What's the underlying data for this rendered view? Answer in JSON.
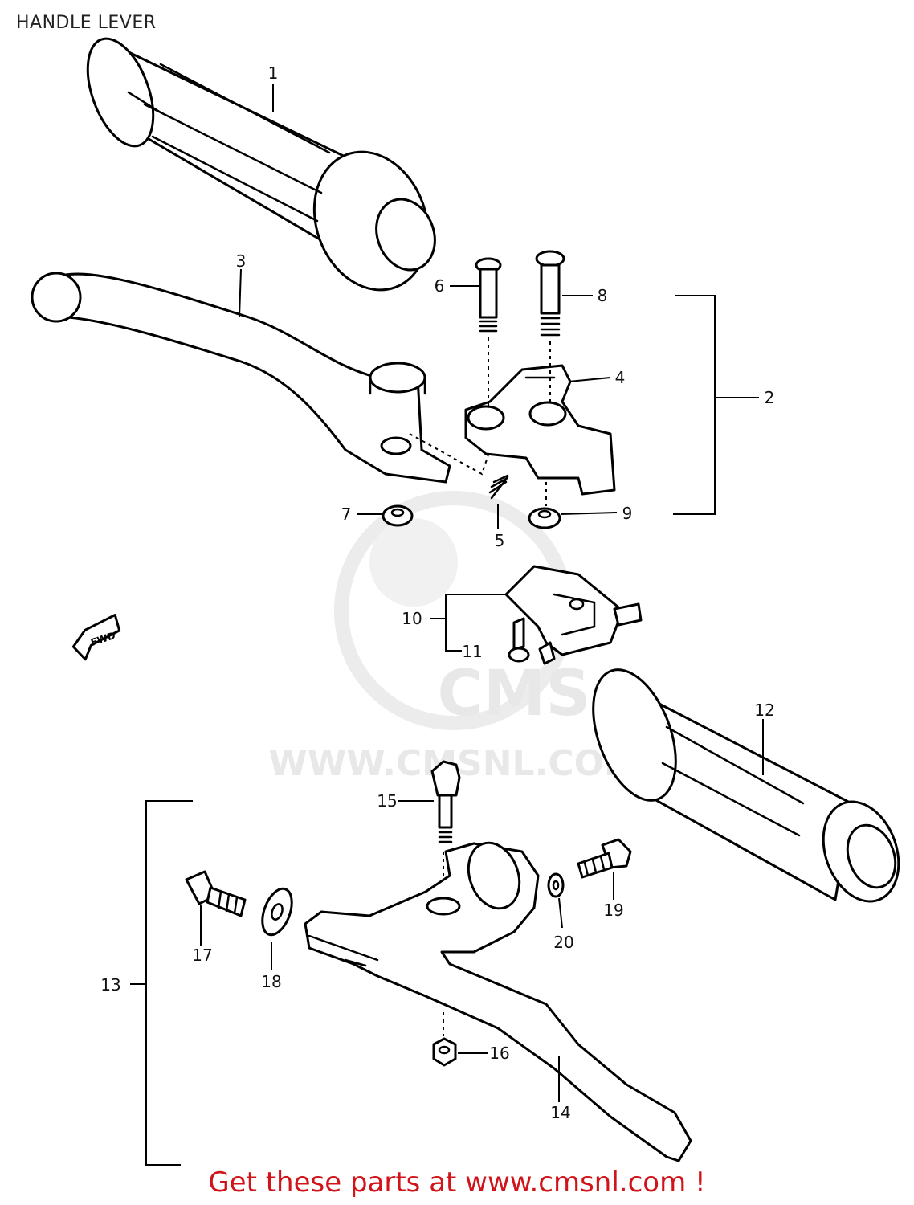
{
  "title": "HANDLE LEVER",
  "footer": "Get these parts at www.cmsnl.com !",
  "watermark": {
    "brand": "CMS",
    "url": "WWW.CMSNL.COM"
  },
  "direction_label": "FWD",
  "colors": {
    "footer": "#d0141a",
    "line": "#000000",
    "watermark": "#e8e8e8"
  },
  "callouts": [
    "1",
    "2",
    "3",
    "4",
    "5",
    "6",
    "7",
    "8",
    "9",
    "10",
    "11",
    "12",
    "13",
    "14",
    "15",
    "16",
    "17",
    "18",
    "19",
    "20"
  ]
}
